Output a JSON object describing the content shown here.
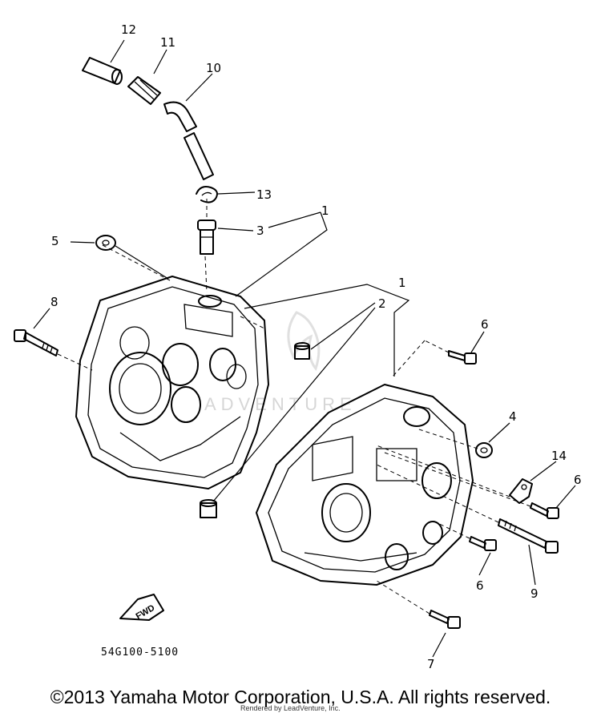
{
  "callouts": {
    "c1a": "1",
    "c1b": "1",
    "c2": "2",
    "c3": "3",
    "c4": "4",
    "c5": "5",
    "c6a": "6",
    "c6b": "6",
    "c6c": "6",
    "c7": "7",
    "c8": "8",
    "c9": "9",
    "c10": "10",
    "c11": "11",
    "c12": "12",
    "c13": "13",
    "c14": "14"
  },
  "fwd_label": "FWD",
  "diagram_code": "54G100-5100",
  "watermark_text": "ADVENTURE",
  "footer": {
    "copyright": "©2013 Yamaha Motor Corporation, U.S.A. All rights reserved.",
    "rendered_by": "Rendered by LeadVenture, Inc."
  }
}
